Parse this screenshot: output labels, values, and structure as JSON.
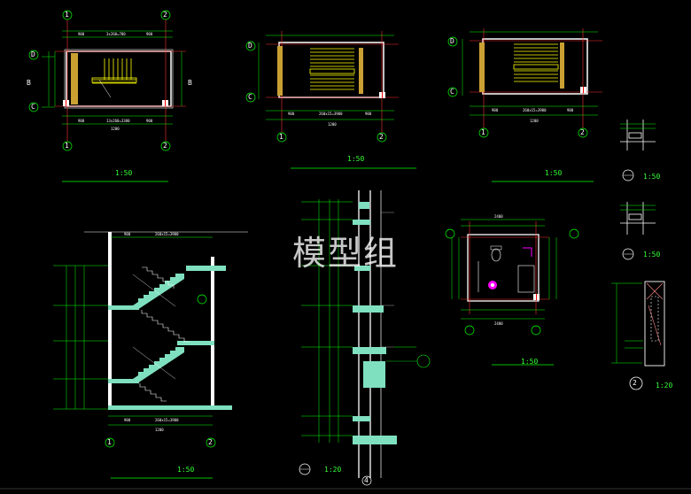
{
  "colors": {
    "background": "#000000",
    "wall": "#ffffff",
    "dimension": "#00ff00",
    "axis": "#ff3333",
    "stair": "#ffff00",
    "section_fill": "#7fe0c0",
    "text": "#ffffff",
    "accent": "#ff00ff"
  },
  "scales": {
    "plan_top": "1:50",
    "plan_second": "1:50",
    "plan_third": "1:50",
    "section": "1:50",
    "wall_detail": "1:20",
    "toilet": "1:50",
    "detail_small_1": "1:50",
    "detail_small_2": "1:50",
    "detail_2": "1:20"
  },
  "axes": {
    "a1": "1",
    "a2": "2",
    "c": "C",
    "d": "D",
    "b": "B",
    "four": "4",
    "detail_two": "2"
  },
  "dims": {
    "plan_width": "1200",
    "stair_run": "260x13=3380",
    "section_run": "260x15=3900",
    "toilet_width": "2400"
  },
  "watermark": "模型组"
}
